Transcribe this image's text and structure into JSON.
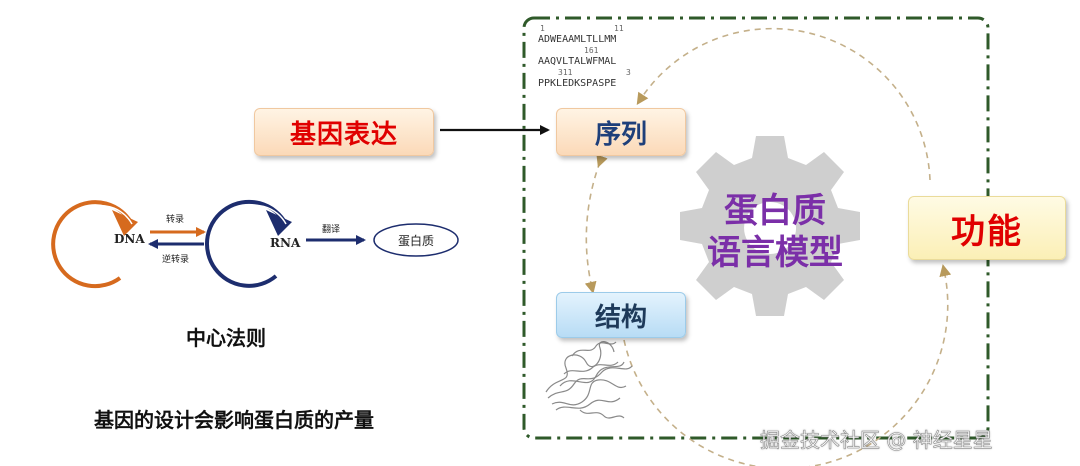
{
  "gene_expression": {
    "label": "基因表达",
    "color": "#e00000"
  },
  "central_dogma": {
    "dna": "DNA",
    "rna": "RNA",
    "protein": "蛋白质",
    "transcription": "转录",
    "reverse_transcription": "逆转录",
    "translation": "翻译",
    "title": "中心法则"
  },
  "caption": "基因的设计会影响蛋白质的产量",
  "model": {
    "sequence": "序列",
    "structure": "结构",
    "function": "功能",
    "center_line1": "蛋白质",
    "center_line2": "语言模型",
    "center_color": "#7b2fa8"
  },
  "sequence_snippet": {
    "rows": [
      {
        "num_left": "1",
        "num_right": "11",
        "text": "ADWEAAMLTLLMM"
      },
      {
        "num_left": "",
        "num_right": "161",
        "text": "AAQVLTALWFMAL"
      },
      {
        "num_left": "311",
        "num_right": "3",
        "text": "PPKLEDKSPASPE"
      }
    ]
  },
  "watermark": "掘金技术社区 @ 神经星星"
}
